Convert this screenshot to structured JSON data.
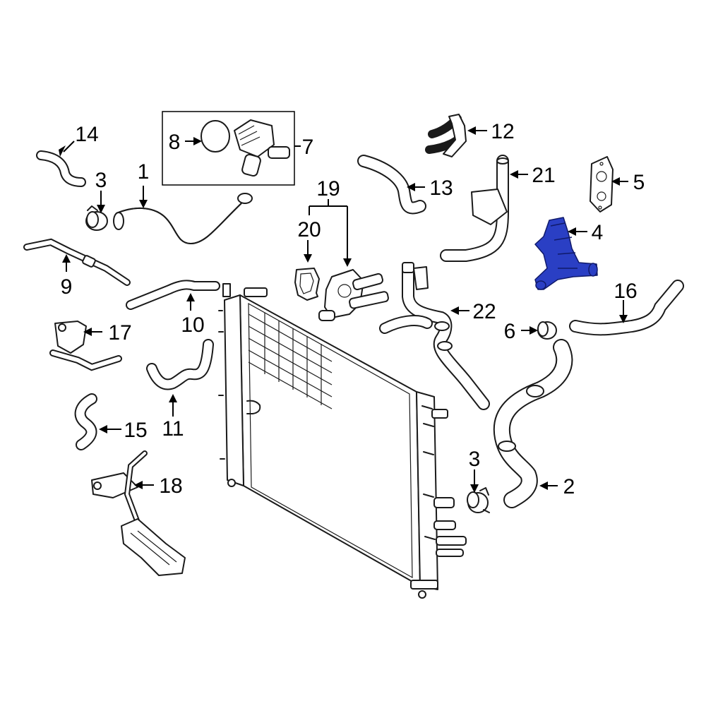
{
  "callouts": {
    "c1": "1",
    "c2": "2",
    "c3a": "3",
    "c3b": "3",
    "c4": "4",
    "c5": "5",
    "c6": "6",
    "c7": "7",
    "c8": "8",
    "c9": "9",
    "c10": "10",
    "c11": "11",
    "c12": "12",
    "c13": "13",
    "c14": "14",
    "c15": "15",
    "c16": "16",
    "c17": "17",
    "c18": "18",
    "c19": "19",
    "c20": "20",
    "c21": "21",
    "c22": "22"
  },
  "colors": {
    "highlight": "#2a3fc4",
    "line": "#1a1a1a",
    "background": "#ffffff"
  },
  "highlighted_part": "4"
}
